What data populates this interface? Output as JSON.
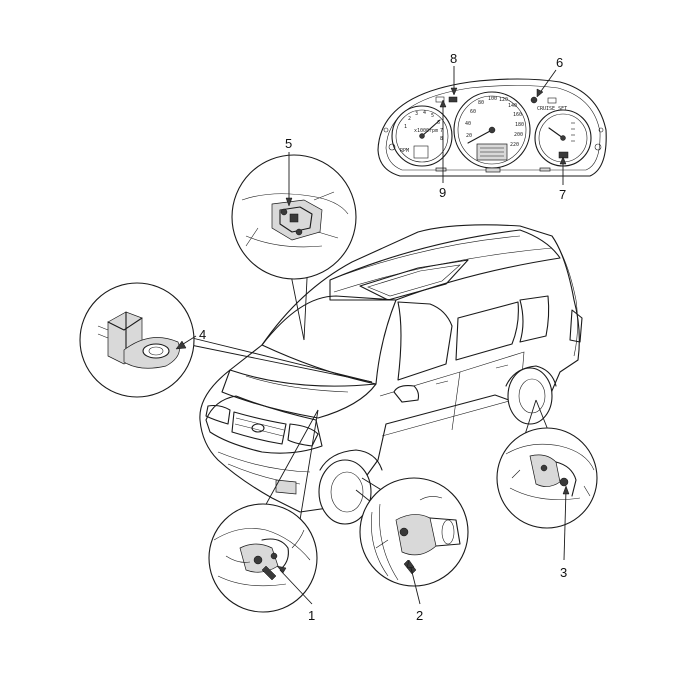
{
  "diagram": {
    "callouts": [
      {
        "id": "1",
        "label": "1"
      },
      {
        "id": "2",
        "label": "2"
      },
      {
        "id": "3",
        "label": "3"
      },
      {
        "id": "4",
        "label": "4"
      },
      {
        "id": "5",
        "label": "5"
      },
      {
        "id": "6",
        "label": "6"
      },
      {
        "id": "7",
        "label": "7"
      },
      {
        "id": "8",
        "label": "8"
      },
      {
        "id": "9",
        "label": "9"
      }
    ],
    "gauges": {
      "tach_scale": [
        "1",
        "2",
        "3",
        "4",
        "5",
        "6",
        "7",
        "8"
      ],
      "tach_unit": "x1000rpm",
      "tach_sub": "RPM",
      "speedo_scale": [
        "20",
        "40",
        "60",
        "80",
        "100",
        "120",
        "140",
        "160",
        "180",
        "200",
        "220"
      ],
      "cluster_text": "CRUISE SET"
    }
  }
}
